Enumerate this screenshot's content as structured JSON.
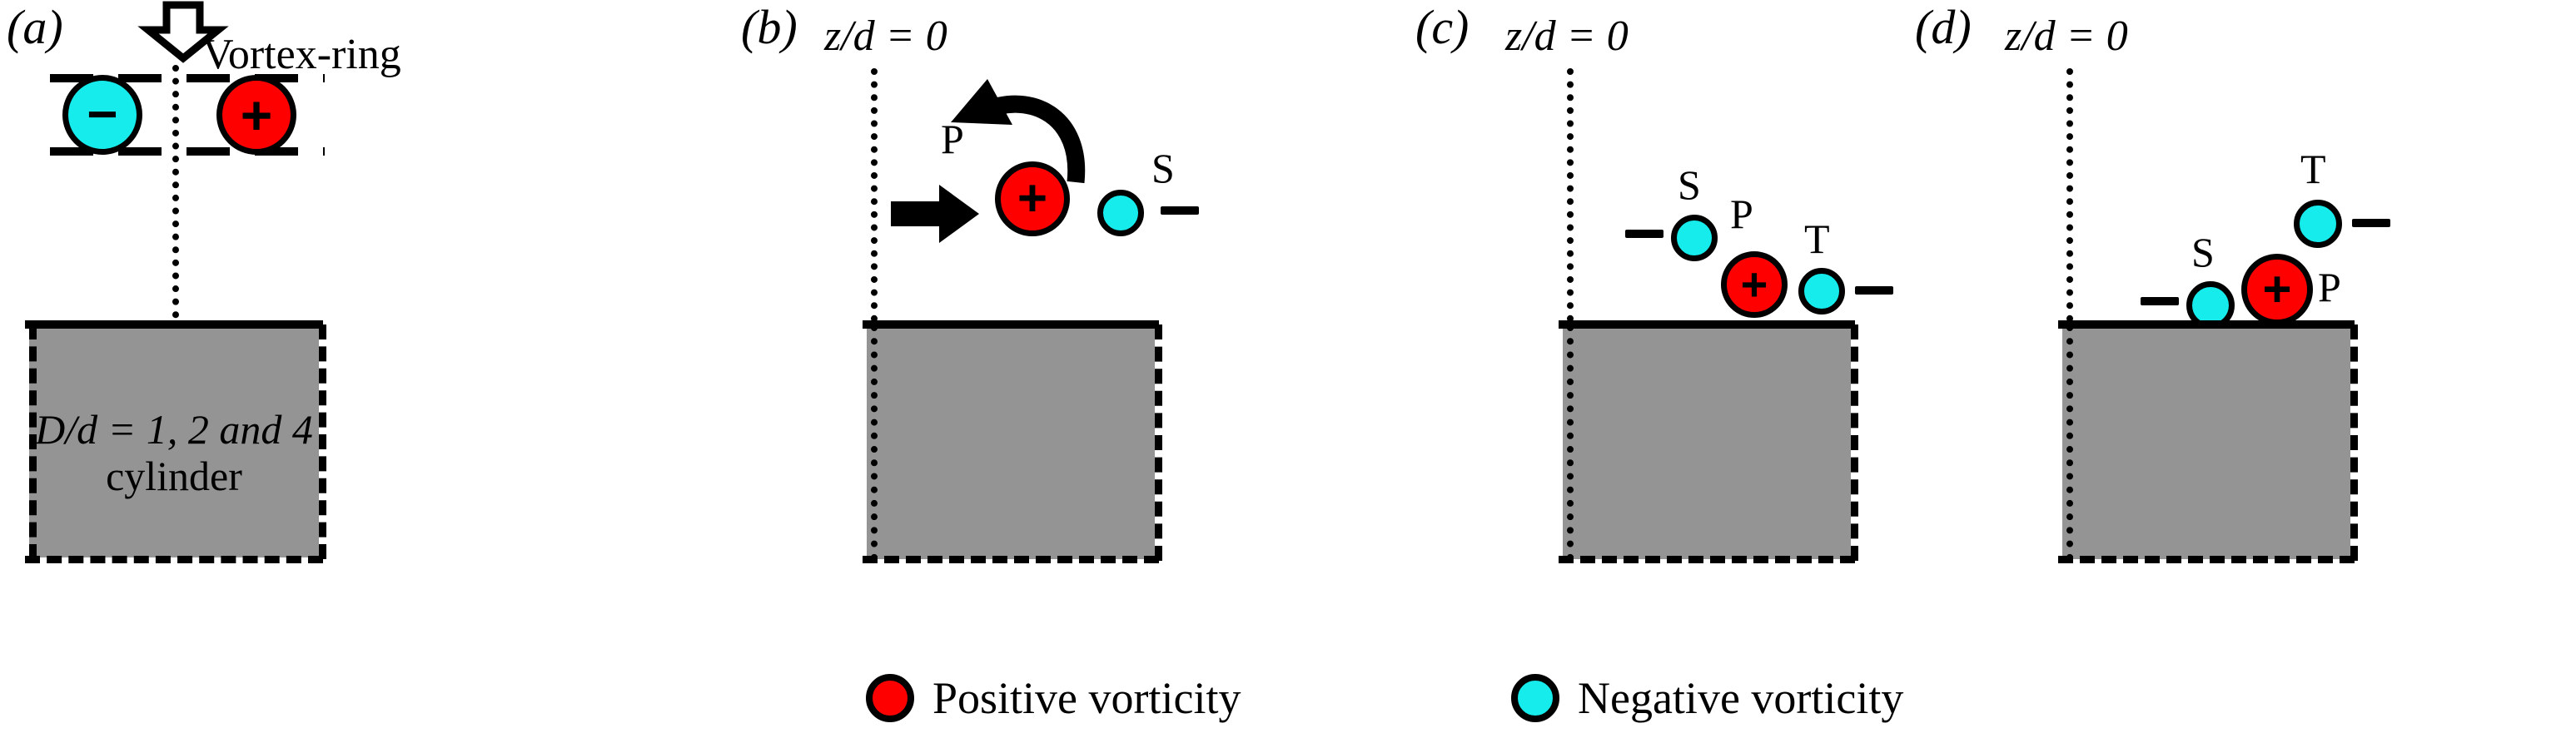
{
  "figure": {
    "panels": [
      {
        "id": "a",
        "label": "(a)",
        "block_text_line1": "D/d = 1, 2 and 4",
        "block_text_line2": "cylinder",
        "annotations": {
          "vortex_ring": "Vortex-ring",
          "negative_sign": "−",
          "positive_sign": "+"
        }
      },
      {
        "id": "b",
        "label": "(b)",
        "axis_label": "z/d = 0",
        "markers": [
          {
            "name": "P",
            "sign": "+",
            "polarity": "positive"
          },
          {
            "name": "S",
            "sign": "−",
            "polarity": "negative"
          }
        ]
      },
      {
        "id": "c",
        "label": "(c)",
        "axis_label": "z/d = 0",
        "markers": [
          {
            "name": "S",
            "sign": "−",
            "polarity": "negative"
          },
          {
            "name": "P",
            "sign": "+",
            "polarity": "positive"
          },
          {
            "name": "T",
            "sign": "−",
            "polarity": "negative"
          }
        ]
      },
      {
        "id": "d",
        "label": "(d)",
        "axis_label": "z/d = 0",
        "markers": [
          {
            "name": "T",
            "sign": "−",
            "polarity": "negative"
          },
          {
            "name": "S",
            "sign": "−",
            "polarity": "negative"
          },
          {
            "name": "P",
            "sign": "+",
            "polarity": "positive"
          }
        ]
      }
    ],
    "legend": {
      "items": [
        {
          "label": "Positive vorticity",
          "color": "#fe0000"
        },
        {
          "label": "Negative vorticity",
          "color": "#16ecec"
        }
      ]
    },
    "colors": {
      "positive": "#fe0000",
      "negative": "#16ecec",
      "cylinder": "#949494",
      "outline": "#000000"
    }
  }
}
